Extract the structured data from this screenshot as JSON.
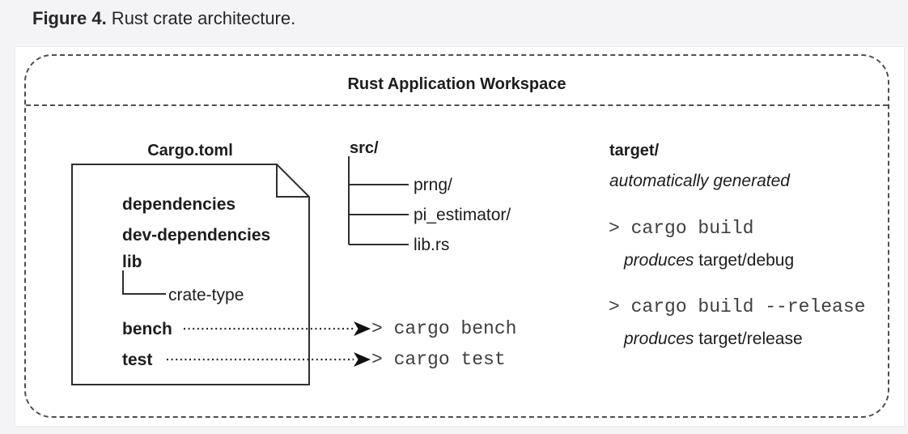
{
  "caption": {
    "prefix": "Figure 4.",
    "rest": " Rust crate architecture."
  },
  "workspace": {
    "title": "Rust Application Workspace"
  },
  "cargo": {
    "title": "Cargo.toml",
    "item_dependencies": "dependencies",
    "item_dev_dependencies": "dev-dependencies",
    "item_lib": "lib",
    "item_crate_type": "crate-type",
    "item_bench": "bench",
    "item_test": "test"
  },
  "src": {
    "root": "src/",
    "children": [
      "prng/",
      "pi_estimator/",
      "lib.rs"
    ]
  },
  "commands": {
    "bench": "> cargo bench",
    "test": "> cargo test",
    "build": "> cargo build",
    "build_release": "> cargo build --release"
  },
  "target": {
    "title": "target/",
    "note": "automatically generated",
    "produces_word": "produces",
    "debug_path": "target/debug",
    "release_path": "target/release"
  },
  "colors": {
    "background": "#f4f4f6",
    "panel": "#ffffff",
    "text": "#1d1d1d",
    "mono_text": "#3f3f3f",
    "dashed_border": "#4f4f4f",
    "line": "#2e2e2e"
  }
}
